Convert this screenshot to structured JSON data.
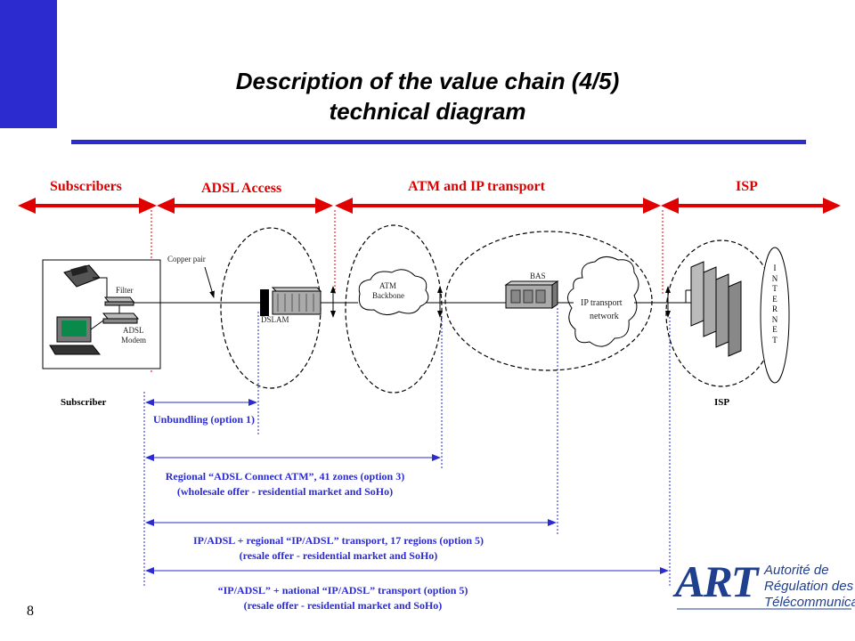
{
  "title": {
    "line1": "Description of the value chain (4/5)",
    "line2": "technical diagram"
  },
  "segments": {
    "subscribers": "Subscribers",
    "adsl_access": "ADSL Access",
    "atm_ip": "ATM and IP transport",
    "isp": "ISP"
  },
  "labels": {
    "copper_pair": "Copper pair",
    "filter": "Filter",
    "adsl_modem_1": "ADSL",
    "adsl_modem_2": "Modem",
    "dslam": "DSLAM",
    "atm_backbone_1": "ATM",
    "atm_backbone_2": "Backbone",
    "bas": "BAS",
    "ip_transport_1": "IP transport",
    "ip_transport_2": "network",
    "internet": [
      "I",
      "N",
      "T",
      "E",
      "R",
      "N",
      "E",
      "T"
    ],
    "subscriber": "Subscriber",
    "isp": "ISP"
  },
  "options": {
    "opt1": "Unbundling (option 1)",
    "opt3_line1": "Regional “ADSL Connect ATM”, 41 zones (option 3)",
    "opt3_line2": "(wholesale offer - residential market and SoHo)",
    "opt5a_line1": "IP/ADSL + regional “IP/ADSL” transport, 17 regions (option 5)",
    "opt5a_line2": "(resale offer - residential market and SoHo)",
    "opt5b_line1": "“IP/ADSL” + national “IP/ADSL” transport (option 5)",
    "opt5b_line2": "(resale offer - residential market and SoHo)"
  },
  "logo": {
    "mark": "ART",
    "line1": "Autorité de",
    "line2": "Régulation des",
    "line3": "Télécommunications"
  },
  "page_number": "8",
  "colors": {
    "accent": "#2b2bd0",
    "red": "#e00000"
  }
}
